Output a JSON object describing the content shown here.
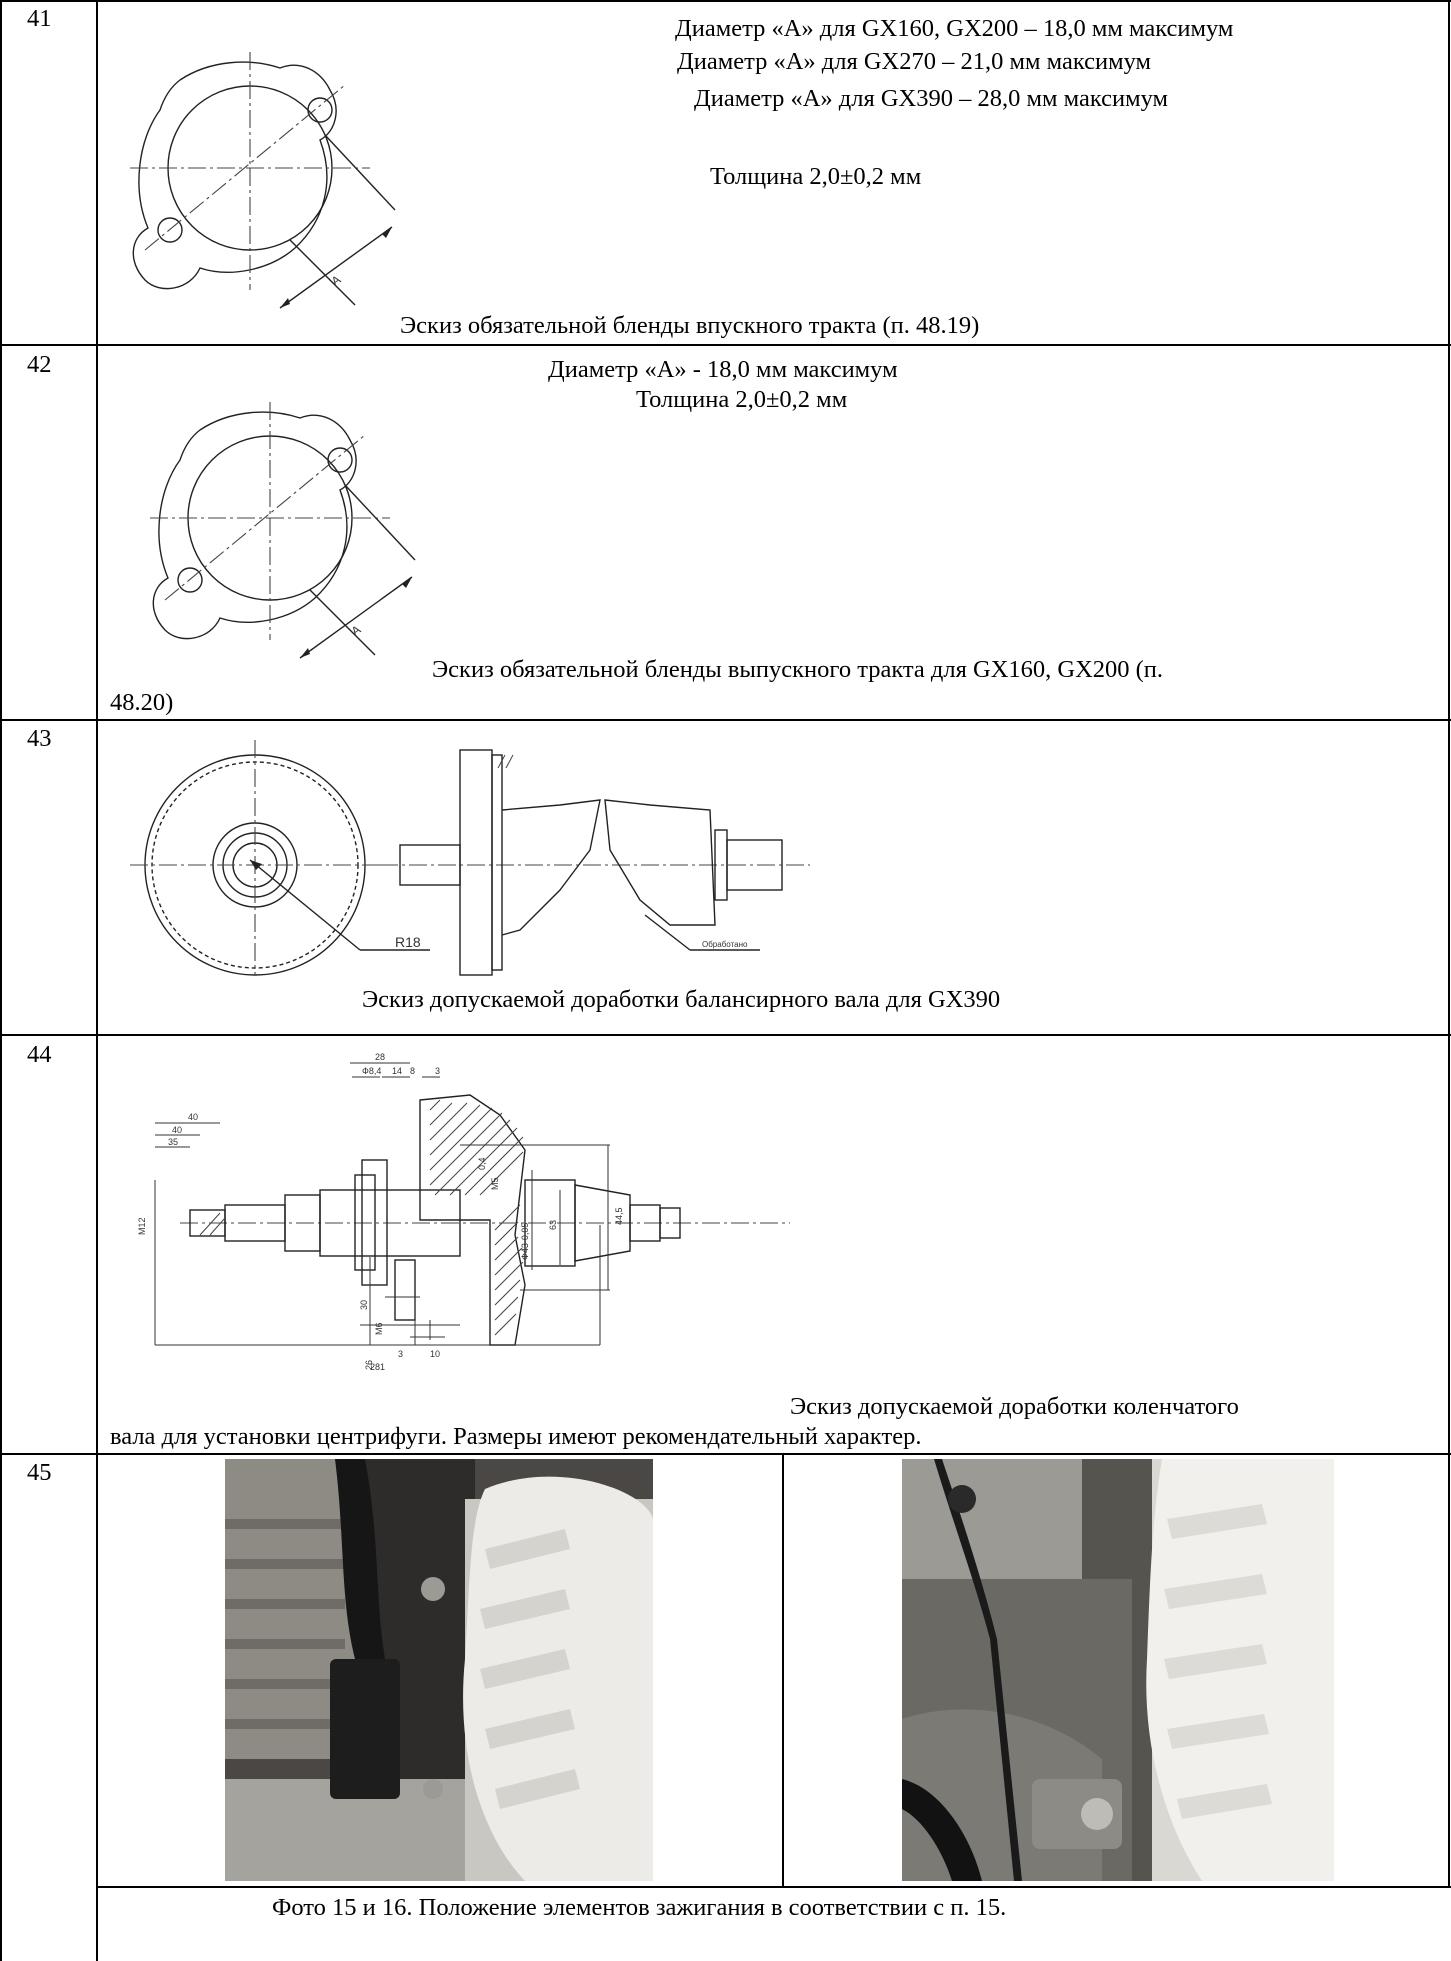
{
  "rows": [
    {
      "number": "41",
      "lines": [
        "Диаметр «А» для GX160, GX200 – 18,0 мм максимум",
        "Диаметр «А» для GX270 – 21,0 мм максимум",
        "Диаметр «А» для GX390 – 28,0 мм максимум"
      ],
      "thickness": "Толщина 2,0±0,2 мм",
      "caption": "Эскиз обязательной бленды впускного тракта (п. 48.19)",
      "dim_label": "A"
    },
    {
      "number": "42",
      "lines": [
        "Диаметр «А» - 18,0 мм максимум",
        "Толщина 2,0±0,2 мм"
      ],
      "caption_line1": "Эскиз обязательной бленды выпускного тракта для GX160, GX200 (п.",
      "caption_line2": "48.20)",
      "dim_label": "A"
    },
    {
      "number": "43",
      "caption": "Эскиз допускаемой доработки балансирного вала для GX390",
      "radius_label": "R18",
      "note_label": "Обработано"
    },
    {
      "number": "44",
      "caption_line1": "Эскиз допускаемой доработки коленчатого",
      "caption_line2": "вала для установки центрифуги. Размеры имеют рекомендательный характер.",
      "dims": {
        "d28": "28",
        "d14": "14",
        "d8": "8",
        "d3top": "3",
        "d84": "Ф8,4",
        "d40a": "40",
        "d40b": "40",
        "d35": "35",
        "m12": "M12",
        "m5": "M5",
        "d443": "Ф43-0,05",
        "d63": "63",
        "d445": "44,5",
        "d30": "30",
        "m6": "M6",
        "d26": "26",
        "d3bot": "3",
        "d10": "10",
        "d281": "281",
        "d04": "0,4"
      }
    },
    {
      "number": "45",
      "caption": "Фото 15 и 16. Положение элементов зажигания в соответствии с п. 15."
    }
  ]
}
